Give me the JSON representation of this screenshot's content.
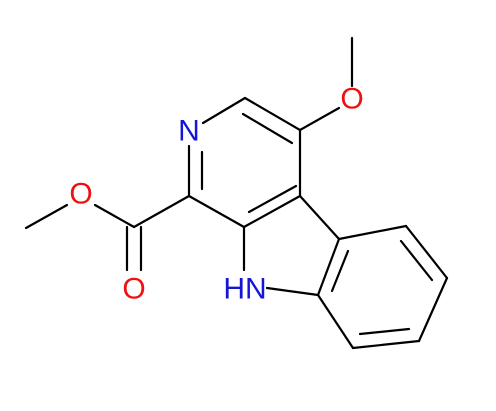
{
  "molecule": {
    "colors": {
      "bond": "#000000",
      "oxygen": "#ee1111",
      "nitrogen": "#1515d6"
    },
    "atoms": {
      "o_methoxy": {
        "label": "O",
        "element": "oxygen"
      },
      "n_pyridine": {
        "label": "N",
        "element": "nitrogen"
      },
      "o_ester": {
        "label": "O",
        "element": "oxygen"
      },
      "o_carbonyl": {
        "label": "O",
        "element": "oxygen"
      },
      "nh_indole": {
        "label": "HN",
        "element": "nitrogen"
      }
    }
  }
}
